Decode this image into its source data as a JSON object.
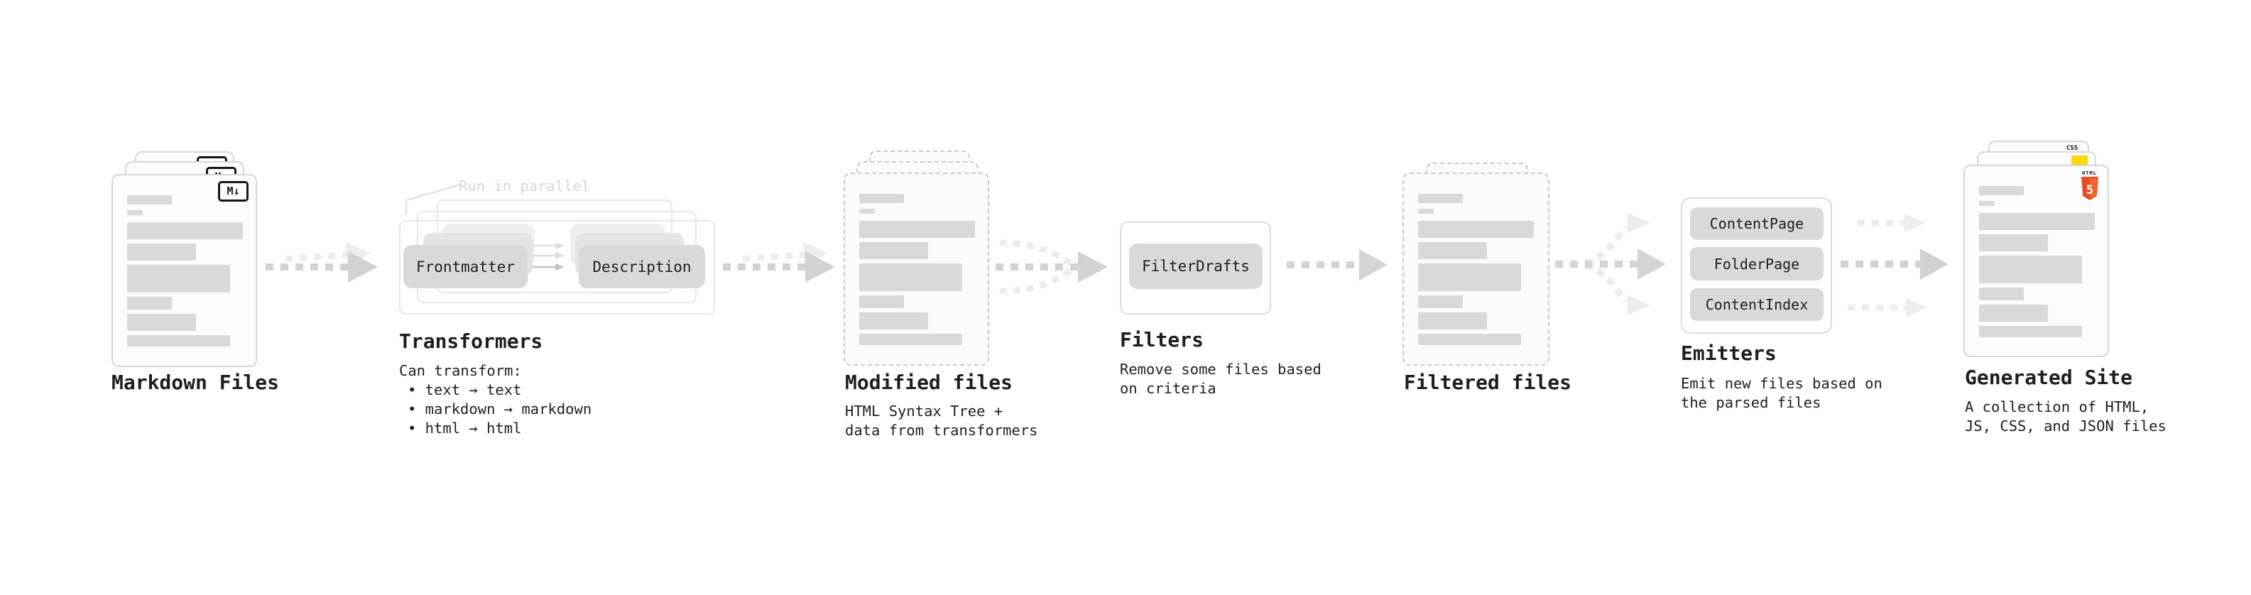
{
  "markdown_files": {
    "label": "Markdown Files",
    "badge": "M↓"
  },
  "transformers": {
    "title": "Transformers",
    "annotation": "Run in parallel",
    "step_left": "Frontmatter",
    "step_right": "Description",
    "desc_title": "Can transform:",
    "bullets": [
      "• text → text",
      "• markdown → markdown",
      "• html → html"
    ]
  },
  "modified_files": {
    "label": "Modified files",
    "desc": [
      "HTML Syntax Tree +",
      "data from transformers"
    ]
  },
  "filters": {
    "title": "Filters",
    "step": "FilterDrafts",
    "desc": [
      "Remove some files based",
      "on criteria"
    ]
  },
  "filtered_files": {
    "label": "Filtered files"
  },
  "emitters": {
    "title": "Emitters",
    "steps": [
      "ContentPage",
      "FolderPage",
      "ContentIndex"
    ],
    "desc": [
      "Emit new files based on",
      "the parsed files"
    ]
  },
  "generated_site": {
    "label": "Generated Site",
    "desc": [
      "A collection of HTML,",
      "JS, CSS, and JSON files"
    ],
    "badges": {
      "css": "CSS",
      "html": "HTML",
      "html5_number": "5"
    }
  },
  "colors": {
    "text": "#1e1e1e",
    "muted_annotation": "#d6d6d6",
    "button_fill": "#d9d9d9",
    "bar_fill": "#d9d9d9",
    "arrow_dark": "#d2d2d2",
    "arrow_light": "#ececec",
    "html5_orange": "#e44d26",
    "js_yellow": "#ffd900",
    "css_blue": "#2965f1"
  }
}
